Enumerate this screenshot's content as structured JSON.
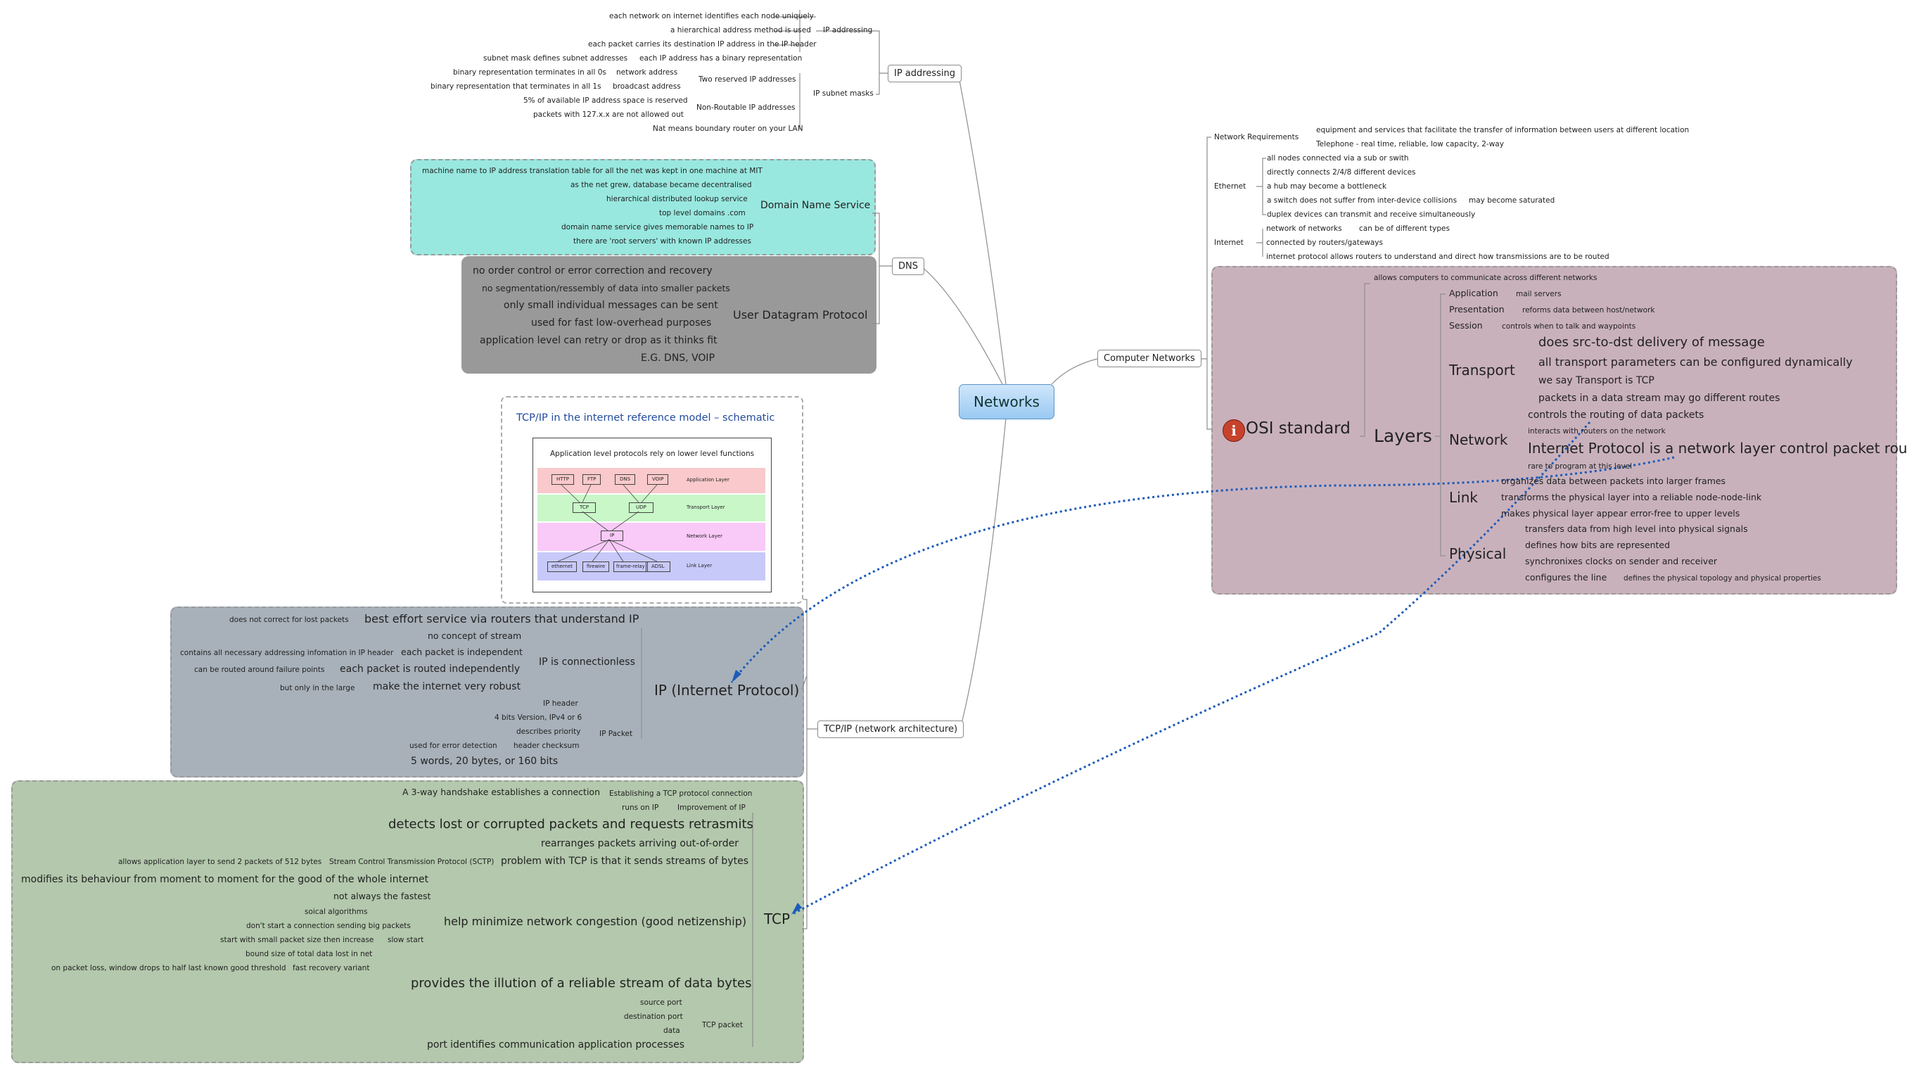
{
  "root": "Networks",
  "ip_addressing": {
    "label": "IP addressing",
    "sub_label": "IP addressing",
    "items": [
      "each network on internet identifies each node uniquely",
      "a hierarchical address method is used",
      "each packet carries its destination IP address in the IP header"
    ],
    "subnet": {
      "label": "IP subnet masks",
      "binary_rep": "each IP address has a binary representation",
      "subnet_defines": "subnet mask defines subnet addresses",
      "reserved": "Two reserved IP addresses",
      "network_address": "network address",
      "net_addr_note": "binary representation terminates in all 0s",
      "broadcast": "broadcast address",
      "broadcast_note": "binary representation that terminates in all 1s",
      "non_routable": "Non-Routable IP addresses",
      "nr_items": [
        "5% of available IP address space is reserved",
        "packets with 127.x.x are not allowed out"
      ],
      "nat": "Nat means boundary router on your LAN"
    }
  },
  "dns": {
    "label": "DNS",
    "dns_service": "Domain Name Service",
    "dns_items": [
      "machine name to IP address translation table for all the net was kept in one machine at MIT",
      "as the net grew, database became decentralised",
      "hierarchical distributed lookup service",
      "top level domains .com",
      "domain name service gives memorable names to IP",
      "there are 'root servers' with known IP addresses"
    ],
    "udp": "User Datagram Protocol",
    "udp_items": [
      "no order control or error correction and recovery",
      "no segmentation/ressembly of data into smaller packets",
      "only small individual messages can be sent",
      "used for fast low-overhead purposes",
      "application level can retry or drop as it thinks fit",
      "E.G. DNS, VOIP"
    ]
  },
  "image": {
    "title": "TCP/IP in the internet reference model – schematic",
    "bullet": "Application level protocols rely on lower level functions",
    "layers": [
      "Application Layer",
      "Transport Layer",
      "Network Layer",
      "Link Layer"
    ],
    "app_boxes": [
      "HTTP",
      "FTP",
      "DNS",
      "VOIP"
    ],
    "transport_boxes": [
      "TCP",
      "UDP"
    ],
    "network_box": "IP",
    "link_boxes": [
      "ethernet",
      "firewire",
      "frame-relay",
      "ADSL"
    ]
  },
  "tcpip": {
    "label": "TCP/IP (network architecture)",
    "ip": {
      "label": "IP (Internet Protocol)",
      "best_effort": "best effort service via routers that understand IP",
      "best_note": "does not correct for lost packets",
      "connectionless": "IP is connectionless",
      "cl_items": [
        "no concept of stream",
        "each packet is independent",
        "each packet is routed independently",
        "make the internet very robust"
      ],
      "indep_note": "contains all necessary addressing infomation in IP header",
      "routed_note": "can be routed around failure points",
      "robust_note": "but only in the large",
      "packet": "IP Packet",
      "packet_items": [
        "IP header",
        "4 bits Version, IPv4 or 6",
        "describes priority",
        "header checksum",
        "5 words, 20 bytes, or 160 bits"
      ],
      "checksum_note": "used for error detection"
    },
    "tcp": {
      "label": "TCP",
      "handshake": "Establishing a TCP protocol connection",
      "handshake_note": "A 3-way handshake establishes a connection",
      "improvement": "Improvement of IP",
      "runs_on": "runs on IP",
      "detects": "detects lost or corrupted packets and requests retrasmits",
      "rearranges": "rearranges packets arriving out-of-order",
      "problem": "problem with TCP is that it sends streams of bytes",
      "sctp": "Stream Control Transmission Protocol (SCTP)",
      "sctp_note": "allows application layer to send 2 packets of 512 bytes",
      "modifies": "modifies its behaviour from moment to moment for the good of the whole internet",
      "congestion": "help minimize network congestion (good netizenship)",
      "not_fastest": "not always the fastest",
      "social": "soical algorithms",
      "slow_start": "slow start",
      "ss_items": [
        "don't start a connection sending big packets",
        "start with small packet size then increase",
        "bound size of total data lost in net"
      ],
      "fast_recovery": "fast recovery variant",
      "fr_note": "on packet loss, window drops to half last known good threshold",
      "illusion": "provides the illution of a reliable stream of data bytes",
      "tcp_packet": "TCP packet",
      "tp_items": [
        "source port",
        "destination port",
        "data"
      ],
      "port": "port identifies communication application processes"
    }
  },
  "computer_networks": {
    "label": "Computer Networks",
    "requirements": "Network Requirements",
    "req_items": [
      "equipment and services that facilitate the transfer of information between users at different location",
      "Telephone - real time, reliable, low capacity, 2-way"
    ],
    "ethernet": "Ethernet",
    "eth_items": [
      "all nodes connected via a sub or swith",
      "directly connects 2/4/8 different devices",
      "a hub may become a bottleneck",
      "a switch does not suffer from inter-device collisions",
      "duplex devices can transmit and receive simultaneously"
    ],
    "saturated": "may become saturated",
    "internet": "Internet",
    "net_of_nets": "network of networks",
    "diff_types": "can be of different types",
    "inet_items": [
      "connected by routers/gateways",
      "internet protocol allows routers to understand and direct how transmissions are to be routed"
    ],
    "osi": {
      "label": "OSI standard",
      "allows": "allows computers to communicate across different networks",
      "layers": "Layers",
      "application": "Application",
      "mail": "mail servers",
      "presentation": "Presentation",
      "reforms": "reforms data between host/network",
      "session": "Session",
      "controls_talk": "controls when to talk and waypoints",
      "transport": "Transport",
      "transport_items": [
        "does src-to-dst delivery of message",
        "all transport parameters can be configured dynamically",
        "we say Transport is TCP",
        "packets in a data stream may go different routes"
      ],
      "network": "Network",
      "network_items": [
        "controls the routing of data packets",
        "interacts with routers on the network",
        "Internet Protocol is a network layer control packet routing",
        "rare to program at this level"
      ],
      "link": "Link",
      "link_items": [
        "organizes data between packets into larger frames",
        "transforms the physical layer into a reliable node-node-link",
        "makes physical layer appear error-free to upper levels"
      ],
      "physical": "Physical",
      "physical_items": [
        "transfers data from high level into physical signals",
        "defines how bits are represented",
        "synchronixes clocks on sender and receiver",
        "configures the line"
      ],
      "topology": "defines the physical topology and physical properties"
    }
  },
  "colors": {
    "dns_bg": "#98e8df",
    "udp_bg": "#999999",
    "ip_bg": "#a8b1ba",
    "tcp_bg": "#b3c8ac",
    "osi_bg": "#c9b1bc",
    "root_border": "#5c93c9",
    "arrow": "#1d5bb8"
  }
}
